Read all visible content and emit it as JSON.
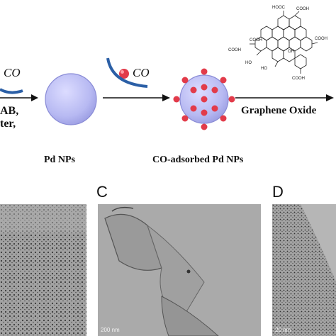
{
  "scheme": {
    "left_co": "CO",
    "left_text_line1": "AB,",
    "left_text_line2": "ter,",
    "middle_co": "CO",
    "pd_nps_label": "Pd NPs",
    "co_adsorbed_label": "CO-adsorbed Pd NPs",
    "graphene_oxide_label": "Graphene Oxide",
    "go_structure": {
      "groups": [
        "HOOC",
        "COOH",
        "COOH",
        "HO",
        "OH",
        "HO",
        "COOH",
        "COOH",
        "COOH"
      ]
    }
  },
  "panels": {
    "c_label": "C",
    "d_label": "D",
    "c_scale": "200 nm",
    "d_scale": "20 nm"
  }
}
